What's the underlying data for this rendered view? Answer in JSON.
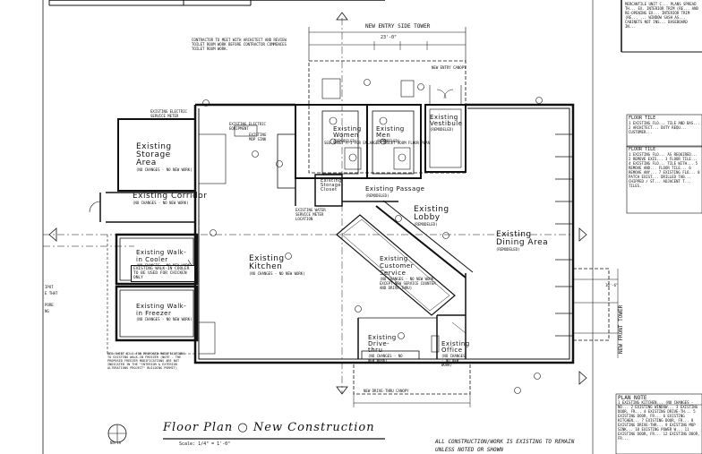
{
  "sheet": {
    "title": "Floor Plan ○ New Construction",
    "scale": "Scale: 1/4\" = 1'-0\"",
    "north_label": "North",
    "general_note": "ALL CONSTRUCTION/WORK IS EXISTING TO REMAIN UNLESS NOTED OR SHOWN",
    "contractor_note": "CONTRACTOR TO MEET WITH ARCHITECT AND REVIEW TOILET ROOM WORK BEFORE CONTRACTOR COMMENCES TOILET ROOM WORK."
  },
  "towers": {
    "side": "NEW ENTRY SIDE TOWER",
    "front": "NEW FRONT TOWER"
  },
  "rooms": {
    "storage": {
      "name": "Existing Storage Area",
      "note": "(NO CHANGES - NO NEW WORK)"
    },
    "corridor": {
      "name": "Existing Corridor",
      "note": "(NO CHANGES - NO NEW WORK)"
    },
    "cooler": {
      "name": "Existing Walk-in Cooler",
      "note": "(NO CHANGES - NO NEW WORK)"
    },
    "cooler_box": "EXISTING WALK-IN COOLER TO BE USED FOR CHICKEN ONLY",
    "freezer": {
      "name": "Existing Walk-in Freezer",
      "note": "(NO CHANGES - NO NEW WORK)"
    },
    "kitchen": {
      "name": "Existing Kitchen",
      "note": "(NO CHANGES - NO NEW WORK)"
    },
    "womens": {
      "name": "Existing Women",
      "note": "(REMODELED)"
    },
    "mens": {
      "name": "Existing Men",
      "note": "(REMODELED)"
    },
    "vestibule": {
      "name": "Existing Vestibule",
      "note": "(REMODELED)"
    },
    "storage_closet": {
      "name": "Existing Storage Closet",
      "note": ""
    },
    "passage": {
      "name": "Existing Passage",
      "note": "(REMODELED)"
    },
    "lobby": {
      "name": "Existing Lobby",
      "note": "(REMODELED)"
    },
    "dining": {
      "name": "Existing Dining Area",
      "note": "(REMODELED)"
    },
    "customer_service": {
      "name": "Existing Customer Service",
      "note": "(NO CHANGES - NO NEW WORK EXCEPT NEW SERVICE COUNTER AND DRIVE-THRU)"
    },
    "drive_thru": {
      "name": "Existing Drive-thru",
      "note": "(NO CHANGES - NO NEW WORK)"
    },
    "office": {
      "name": "Existing Office",
      "note": "(NO CHANGES - NO NEW WORK)"
    }
  },
  "labels": {
    "canopy": "NEW DRIVE-THRU CANOPY",
    "entry_canopy": "NEW ENTRY CANOPY",
    "elec_meter": "EXISTING ELECTRIC SERVICE METER",
    "elec_equipment": "EXISTING ELECTRIC EQUIPMENT",
    "water_meter": "EXISTING WATER SERVICE METER LOCATION",
    "mop_sink": "EXISTING MOP SINK",
    "sheet_ref": "SEE SHEET A-1 FOR ENLARGED TOILET ROOM FLOOR PLAN",
    "freezer_ref": "SEE SHEET E2-1 FOR PROPOSED MODIFICATIONS TO EXISTING WALK-IN FREEZER (NOTE - THE PROPOSED FREEZER MODIFICATIONS ARE NOT INDICATED IN THE \"INTERIOR & EXTERIOR ALTERATIONS PROJECT\" BUILDING PERMIT)",
    "dim_side_total": "23'-0\"",
    "dim_front": "16'-6\""
  },
  "right_panels": {
    "top": "MERCANTILE UNIT C... PLANS SPREAD TH... EX. INTERIOR TRIM (RE... AND RE-OPENING EX... INTERIOR TRIM (RE... ... WINDOW SASH AS... CABINETS NOT INS... BASEBOARD IN...",
    "floor_tile_title": "FLOOR TILE",
    "floor_tile": "1 EXISTING FLO... TILE AND BAS... 2 ARCHITECT... DUTY REQU... CUSTOMER...",
    "floor_tile2_title": "FLOOR TILE",
    "floor_tile2": "1 EXISTING FLO... AS REQUIRED... 2 REMOVE EXIS... 3 FLOOR TILE... 4 EXISTING FLO... TILE WITH... 5 REMOVE AND... FLOOR TILE... 6 REMOVE ANY... 7 EXISTING FLO... 8 PATCH EXIST... DRILLED TAB... CHIPPED / ST... ADJACENT T... TILES.",
    "plan_notes_title": "PLAN NOTE",
    "plan_notes": "1 EXISTING KITCHEN... (NO CHANGES - NO... 2 EXISTING WINDOW... 3 EXISTING DOOR, FR... 4 EXISTING DRIVE-TH... 5 EXISTING DOOR, FR... 6 EXISTING KITCHEN... 7 EXISTING DOOR, FR... 8 EXISTING DRIVE-THR... 9 EXISTING MOP SINK... 10 EXISTING POWER W... 11 EXISTING DOOR, FR... 12 EXISTING DOOR, FR..."
  },
  "left_fragments": [
    "IPOT",
    "E THAT",
    "PORE",
    "NG"
  ]
}
